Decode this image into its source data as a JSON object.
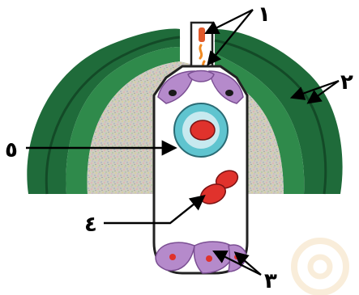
{
  "labels": {
    "l1": "١",
    "l2": "٢",
    "l3": "٣",
    "l4": "٤",
    "l5": "٥"
  },
  "colors": {
    "dark_green": "#1f6b3a",
    "mid_green": "#2f8a4b",
    "speckle_base": "#c9c7b8",
    "purple_cell": "#b58acb",
    "purple_cell_edge": "#7b4f93",
    "cyan_ring": "#5fc4cf",
    "red_nucleus": "#e0322c",
    "outline": "#222222"
  },
  "icons": {
    "watermark": "at-sign-watermark"
  }
}
